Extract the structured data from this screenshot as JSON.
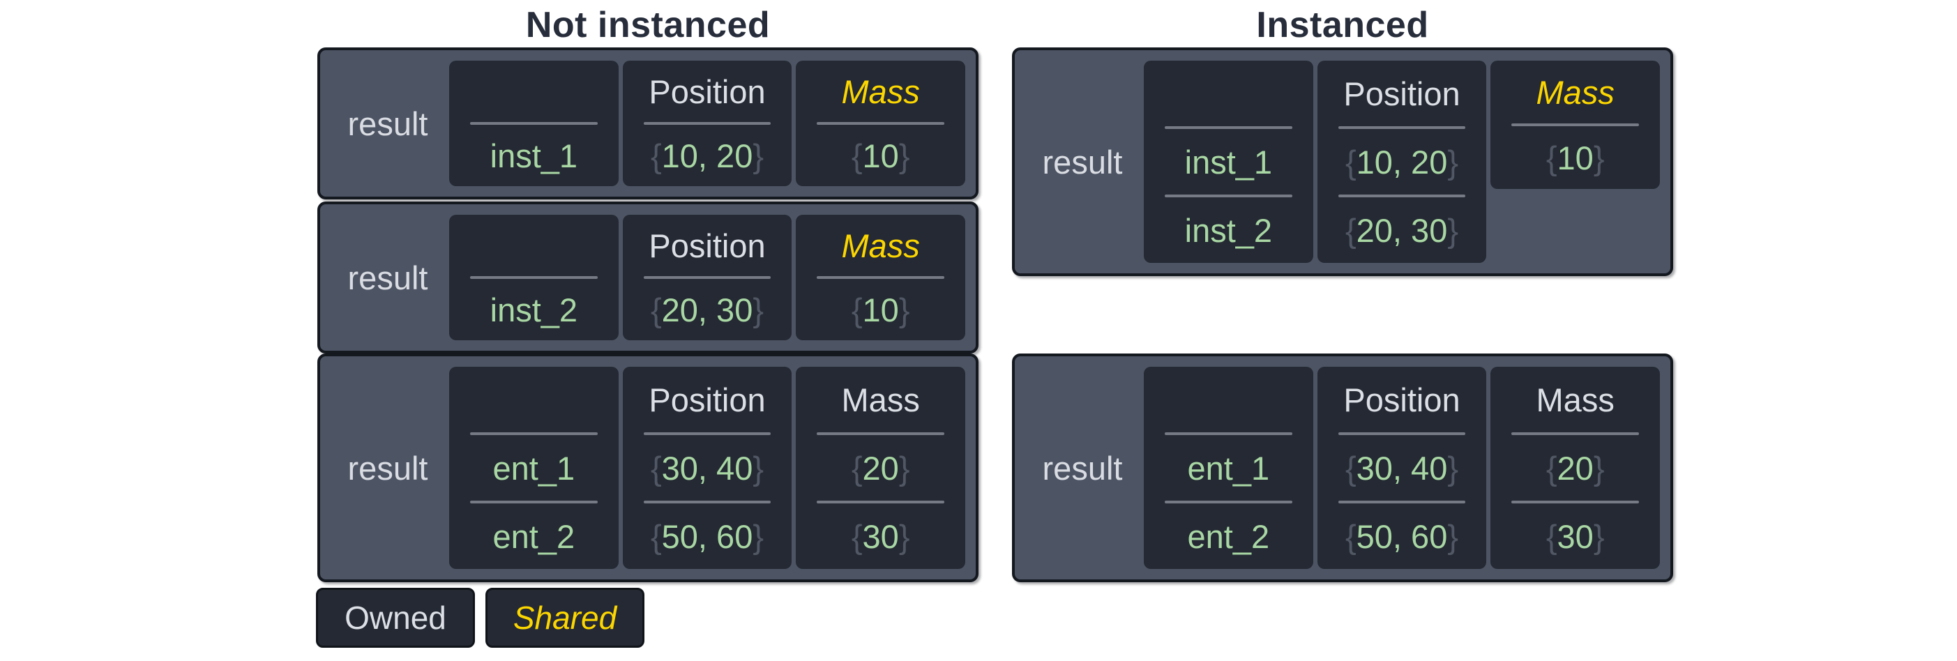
{
  "titles": {
    "not_instanced": "Not instanced",
    "instanced": "Instanced"
  },
  "braces": {
    "open": "{",
    "close": "}"
  },
  "legend": {
    "owned": "Owned",
    "shared": "Shared"
  },
  "colors": {
    "page_background": "#ffffff",
    "title_text": "#272d3b",
    "panel_background": "#4d5464",
    "panel_border": "#14181f",
    "cell_background": "#242933",
    "divider_gray": "#757a85",
    "label_text": "#d9dce2",
    "header_text": "#dcdfe5",
    "value_green": "#a9d7a4",
    "brace_gray": "#515764",
    "shared_yellow": "#fcd600"
  },
  "tables": [
    {
      "label": "result",
      "columns": [
        {
          "header": "",
          "rows": [
            "inst_1"
          ]
        },
        {
          "header": "Position",
          "rows": [
            "10, 20"
          ]
        },
        {
          "header": "Mass",
          "rows": [
            "10"
          ]
        }
      ]
    },
    {
      "label": "result",
      "columns": [
        {
          "header": "",
          "rows": [
            "inst_2"
          ]
        },
        {
          "header": "Position",
          "rows": [
            "20, 30"
          ]
        },
        {
          "header": "Mass",
          "rows": [
            "10"
          ]
        }
      ]
    },
    {
      "label": "result",
      "columns": [
        {
          "header": "",
          "rows": [
            "ent_1",
            "ent_2"
          ]
        },
        {
          "header": "Position",
          "rows": [
            "30, 40",
            "50, 60"
          ]
        },
        {
          "header": "Mass",
          "rows": [
            "20",
            "30"
          ]
        }
      ]
    },
    {
      "label": "result",
      "columns": [
        {
          "header": "",
          "rows": [
            "inst_1",
            "inst_2"
          ]
        },
        {
          "header": "Position",
          "rows": [
            "10, 20",
            "20, 30"
          ]
        },
        {
          "header": "Mass",
          "rows": [
            "10"
          ]
        }
      ]
    },
    {
      "label": "result",
      "columns": [
        {
          "header": "",
          "rows": [
            "ent_1",
            "ent_2"
          ]
        },
        {
          "header": "Position",
          "rows": [
            "30, 40",
            "50, 60"
          ]
        },
        {
          "header": "Mass",
          "rows": [
            "20",
            "30"
          ]
        }
      ]
    }
  ]
}
